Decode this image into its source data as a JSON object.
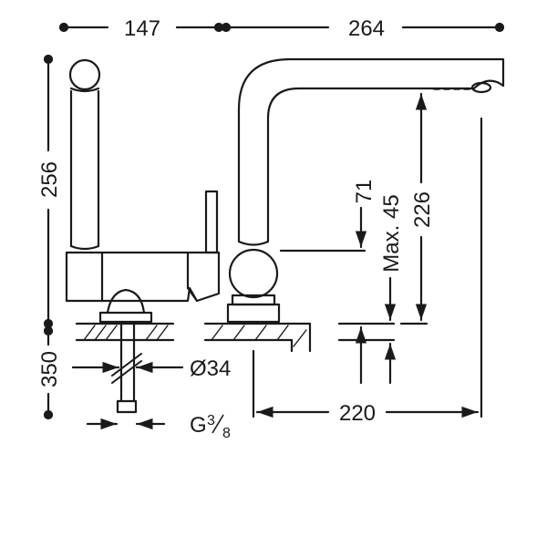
{
  "dimensions": {
    "side_width": "147",
    "spout_reach": "264",
    "body_height": "256",
    "spout_height": "226",
    "lever_offset": "71",
    "max_thickness": "Max. 45",
    "hose_length": "350",
    "hole_diameter": "Ø34",
    "thread_prefix": "G",
    "thread_num": "3",
    "thread_den": "8",
    "reach_from_hole": "220"
  },
  "colors": {
    "line": "#1a1a1a",
    "background": "#ffffff"
  }
}
